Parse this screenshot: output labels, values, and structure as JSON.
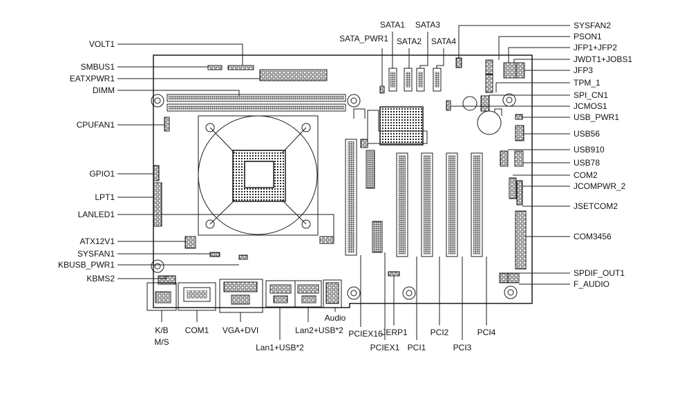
{
  "labels": {
    "left": [
      "VOLT1",
      "SMBUS1",
      "EATXPWR1",
      "DIMM",
      "CPUFAN1",
      "GPIO1",
      "LPT1",
      "LANLED1",
      "ATX12V1",
      "SYSFAN1",
      "KBUSB_PWR1",
      "KBMS2"
    ],
    "right": [
      "SYSFAN2",
      "PSON1",
      "JFP1+JFP2",
      "JWDT1+JOBS1",
      "JFP3",
      "TPM_1",
      "SPI_CN1",
      "JCMOS1",
      "USB_PWR1",
      "USB56",
      "USB910",
      "USB78",
      "COM2",
      "JCOMPWR_2",
      "JSETCOM2",
      "COM3456",
      "SPDIF_OUT1",
      "F_AUDIO"
    ],
    "top": [
      "SATA_PWR1",
      "SATA1",
      "SATA2",
      "SATA3",
      "SATA4"
    ],
    "bottom": [
      "K/B",
      "M/S",
      "COM1",
      "VGA+DVI",
      "Lan1+USB*2",
      "Lan2+USB*2",
      "Audio",
      "PCIEX16",
      "JERP1",
      "PCIEX1",
      "PCI1",
      "PCI2",
      "PCI3",
      "PCI4"
    ]
  },
  "colors": {
    "line": "#1a1a1a",
    "text": "#111111",
    "background": "#ffffff"
  }
}
